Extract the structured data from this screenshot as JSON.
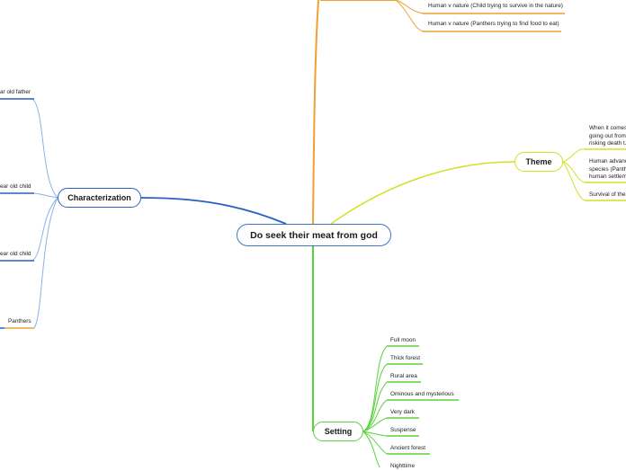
{
  "root": {
    "label": "Do seek their meat from god"
  },
  "conflict": {
    "items": [
      {
        "label": "Human v nature",
        "detail": "(Child trying to survive in the nature)"
      },
      {
        "label": "Human v nature",
        "detail": "(Panthers trying to find food to eat)"
      }
    ]
  },
  "theme": {
    "label": "Theme",
    "items": [
      {
        "label": "When it comes... going out from... risking death t..."
      },
      {
        "label": "Human advanc... species (Panth... human settlem..."
      },
      {
        "label": "Survival of the..."
      }
    ]
  },
  "characterization": {
    "label": "Characterization",
    "items": [
      {
        "label": "ar old father"
      },
      {
        "label": "ear old child"
      },
      {
        "label": "ear old child"
      },
      {
        "label": "Panthers"
      }
    ]
  },
  "setting": {
    "label": "Setting",
    "items": [
      {
        "label": "Full moon"
      },
      {
        "label": "Thick forest"
      },
      {
        "label": "Rural area"
      },
      {
        "label": "Ominous and mysterious"
      },
      {
        "label": "Very dark"
      },
      {
        "label": "Suspense"
      },
      {
        "label": "Ancient forest"
      },
      {
        "label": "Nighttime"
      }
    ]
  },
  "colors": {
    "root_border": "#3a78c8",
    "characterization": "#2a5fc4",
    "characterization_light": "#8fb0e6",
    "theme": "#d4e024",
    "setting": "#5bd13d",
    "conflict": "#f0a030",
    "panthers_underline": "#f0a030"
  }
}
